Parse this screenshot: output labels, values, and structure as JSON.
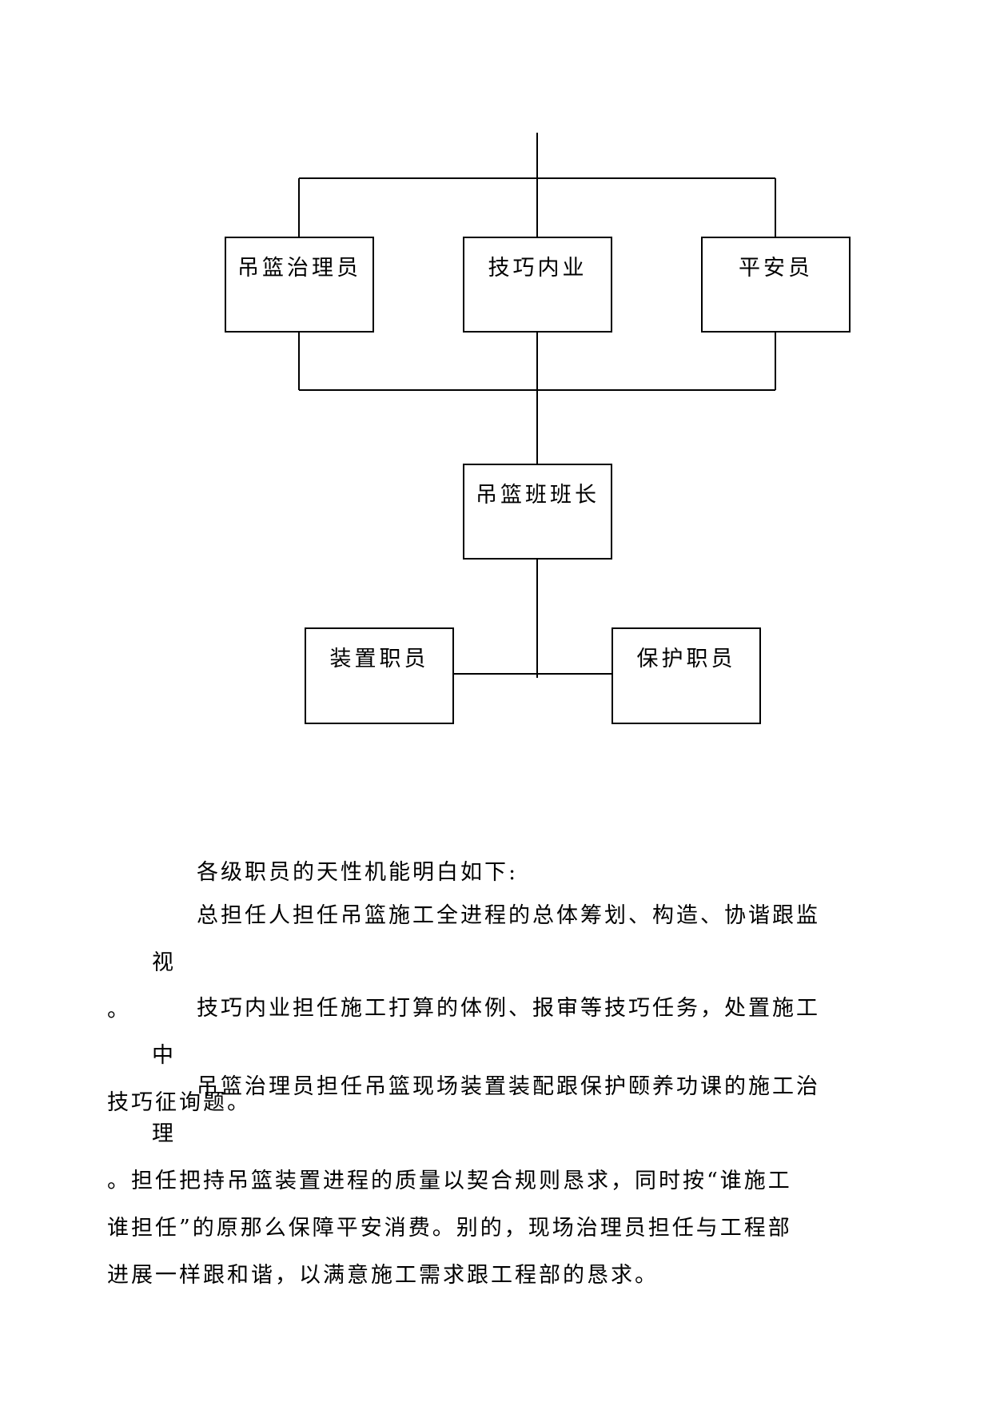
{
  "org_chart": {
    "boxes": {
      "basket_manager": "吊篮治理员",
      "technical_office": "技巧内业",
      "safety_officer": "平安员",
      "team_leader": "吊篮班班长",
      "installer": "装置职员",
      "maintainer": "保护职员"
    }
  },
  "text": {
    "intro": "各级职员的天性机能明白如下:",
    "chief_line1": "总担任人担任吊篮施工全进程的总体筹划、构造、协谐跟监视",
    "chief_line2": "。",
    "tech_line1": "技巧内业担任施工打算的体例、报审等技巧任务，处置施工中",
    "tech_line2": "技巧征询题。",
    "manager_line1": "吊篮治理员担任吊篮现场装置装配跟保护颐养功课的施工治理",
    "manager_line2": "。担任把持吊篮装置进程的质量以契合规则恳求，同时按“谁施工",
    "manager_line3": "谁担任”的原那么保障平安消费。别的，现场治理员担任与工程部",
    "manager_line4": "进展一样跟和谐，以满意施工需求跟工程部的恳求。"
  }
}
